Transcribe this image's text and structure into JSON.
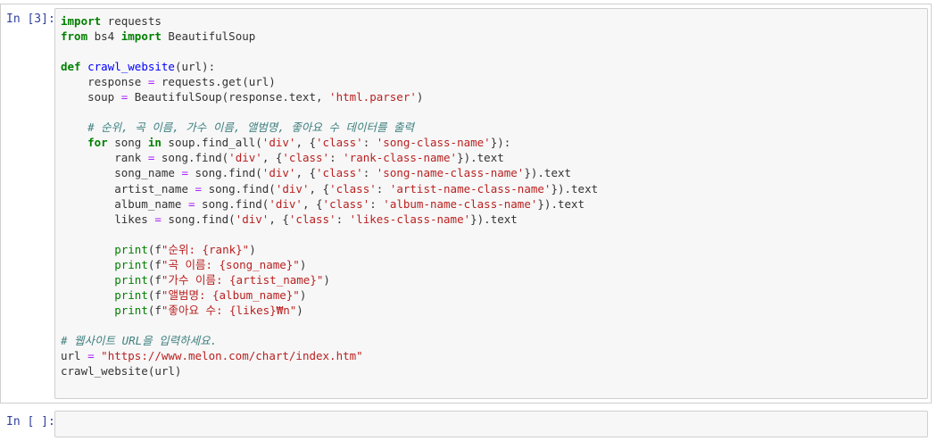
{
  "cells": [
    {
      "prompt": "In [3]:",
      "lines": [
        [
          [
            "kw",
            "import"
          ],
          [
            "t",
            " requests"
          ]
        ],
        [
          [
            "kw",
            "from"
          ],
          [
            "t",
            " bs4 "
          ],
          [
            "kw",
            "import"
          ],
          [
            "t",
            " BeautifulSoup"
          ]
        ],
        [],
        [
          [
            "kw",
            "def"
          ],
          [
            "t",
            " "
          ],
          [
            "fn",
            "crawl_website"
          ],
          [
            "t",
            "(url):"
          ]
        ],
        [
          [
            "t",
            "    response "
          ],
          [
            "op",
            "="
          ],
          [
            "t",
            " requests.get(url)"
          ]
        ],
        [
          [
            "t",
            "    soup "
          ],
          [
            "op",
            "="
          ],
          [
            "t",
            " BeautifulSoup(response.text, "
          ],
          [
            "str",
            "'html.parser'"
          ],
          [
            "t",
            ")"
          ]
        ],
        [],
        [
          [
            "t",
            "    "
          ],
          [
            "cm",
            "# 순위, 곡 이름, 가수 이름, 앨범명, 좋아요 수 데이터를 출력"
          ]
        ],
        [
          [
            "t",
            "    "
          ],
          [
            "kw",
            "for"
          ],
          [
            "t",
            " song "
          ],
          [
            "kw",
            "in"
          ],
          [
            "t",
            " soup.find_all("
          ],
          [
            "str",
            "'div'"
          ],
          [
            "t",
            ", {"
          ],
          [
            "str",
            "'class'"
          ],
          [
            "t",
            ": "
          ],
          [
            "str",
            "'song-class-name'"
          ],
          [
            "t",
            "}):"
          ]
        ],
        [
          [
            "t",
            "        rank "
          ],
          [
            "op",
            "="
          ],
          [
            "t",
            " song.find("
          ],
          [
            "str",
            "'div'"
          ],
          [
            "t",
            ", {"
          ],
          [
            "str",
            "'class'"
          ],
          [
            "t",
            ": "
          ],
          [
            "str",
            "'rank-class-name'"
          ],
          [
            "t",
            "}).text"
          ]
        ],
        [
          [
            "t",
            "        song_name "
          ],
          [
            "op",
            "="
          ],
          [
            "t",
            " song.find("
          ],
          [
            "str",
            "'div'"
          ],
          [
            "t",
            ", {"
          ],
          [
            "str",
            "'class'"
          ],
          [
            "t",
            ": "
          ],
          [
            "str",
            "'song-name-class-name'"
          ],
          [
            "t",
            "}).text"
          ]
        ],
        [
          [
            "t",
            "        artist_name "
          ],
          [
            "op",
            "="
          ],
          [
            "t",
            " song.find("
          ],
          [
            "str",
            "'div'"
          ],
          [
            "t",
            ", {"
          ],
          [
            "str",
            "'class'"
          ],
          [
            "t",
            ": "
          ],
          [
            "str",
            "'artist-name-class-name'"
          ],
          [
            "t",
            "}).text"
          ]
        ],
        [
          [
            "t",
            "        album_name "
          ],
          [
            "op",
            "="
          ],
          [
            "t",
            " song.find("
          ],
          [
            "str",
            "'div'"
          ],
          [
            "t",
            ", {"
          ],
          [
            "str",
            "'class'"
          ],
          [
            "t",
            ": "
          ],
          [
            "str",
            "'album-name-class-name'"
          ],
          [
            "t",
            "}).text"
          ]
        ],
        [
          [
            "t",
            "        likes "
          ],
          [
            "op",
            "="
          ],
          [
            "t",
            " song.find("
          ],
          [
            "str",
            "'div'"
          ],
          [
            "t",
            ", {"
          ],
          [
            "str",
            "'class'"
          ],
          [
            "t",
            ": "
          ],
          [
            "str",
            "'likes-class-name'"
          ],
          [
            "t",
            "}).text"
          ]
        ],
        [],
        [
          [
            "t",
            "        "
          ],
          [
            "bi",
            "print"
          ],
          [
            "t",
            "(f"
          ],
          [
            "str",
            "\"순위: {rank}\""
          ],
          [
            "t",
            ")"
          ]
        ],
        [
          [
            "t",
            "        "
          ],
          [
            "bi",
            "print"
          ],
          [
            "t",
            "(f"
          ],
          [
            "str",
            "\"곡 이름: {song_name}\""
          ],
          [
            "t",
            ")"
          ]
        ],
        [
          [
            "t",
            "        "
          ],
          [
            "bi",
            "print"
          ],
          [
            "t",
            "(f"
          ],
          [
            "str",
            "\"가수 이름: {artist_name}\""
          ],
          [
            "t",
            ")"
          ]
        ],
        [
          [
            "t",
            "        "
          ],
          [
            "bi",
            "print"
          ],
          [
            "t",
            "(f"
          ],
          [
            "str",
            "\"앨범명: {album_name}\""
          ],
          [
            "t",
            ")"
          ]
        ],
        [
          [
            "t",
            "        "
          ],
          [
            "bi",
            "print"
          ],
          [
            "t",
            "(f"
          ],
          [
            "str",
            "\"좋아요 수: {likes}₩n\""
          ],
          [
            "t",
            ")"
          ]
        ],
        [],
        [
          [
            "cm",
            "# 웹사이트 URL을 입력하세요."
          ]
        ],
        [
          [
            "t",
            "url "
          ],
          [
            "op",
            "="
          ],
          [
            "t",
            " "
          ],
          [
            "str",
            "\"https://www.melon.com/chart/index.htm\""
          ]
        ],
        [
          [
            "t",
            "crawl_website(url)"
          ]
        ]
      ]
    },
    {
      "prompt": "In [ ]:",
      "lines": []
    }
  ]
}
